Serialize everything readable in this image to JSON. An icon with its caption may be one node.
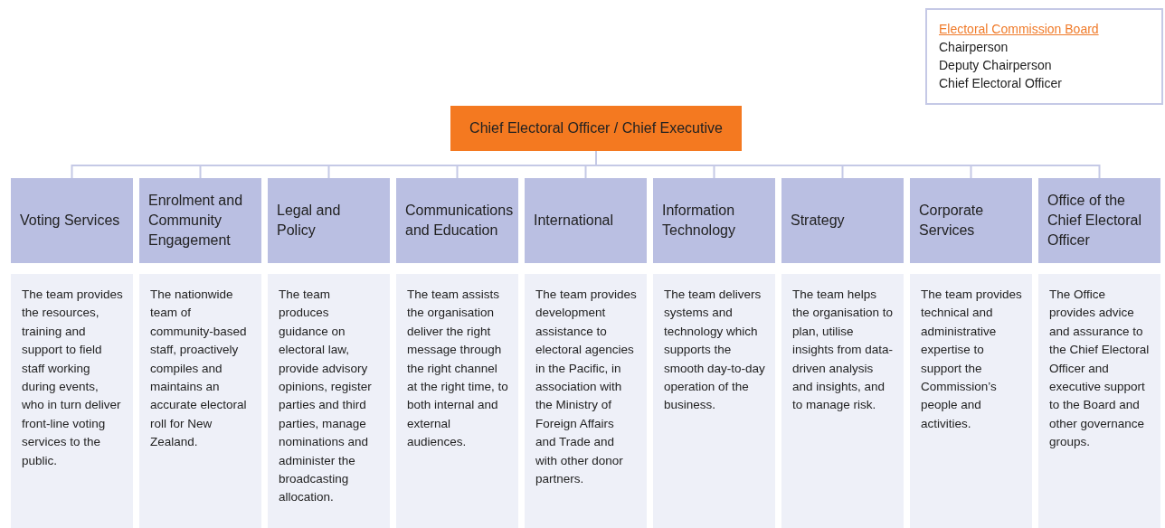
{
  "diagram": {
    "nodes": [
      {
        "text": [
          "Electoral Commission Board",
          "Chairperson",
          "Deputy Chairperson",
          "Chief Electoral Officer"
        ]
      },
      {
        "text": [
          "Chief Electoral Officer / Chief Executive"
        ]
      },
      {
        "text": [
          "Voting Services"
        ]
      },
      {
        "text": [
          "Enrolment and Community Engagement"
        ]
      },
      {
        "text": [
          "Legal and Policy"
        ]
      },
      {
        "text": [
          "Communications and Education"
        ]
      },
      {
        "text": [
          "International"
        ]
      },
      {
        "text": [
          "Information Technology"
        ]
      },
      {
        "text": [
          "Strategy"
        ]
      },
      {
        "text": [
          "Corporate Services"
        ]
      },
      {
        "text": [
          "Office of the Chief Electoral Officer"
        ]
      },
      {
        "text": [
          "The team provides the resources, training and support to field staff working during events, who in turn deliver front-line voting services to the public."
        ]
      },
      {
        "text": [
          "The nationwide team of community-based staff, proactively compiles and maintains an accurate electoral roll for New Zealand."
        ]
      },
      {
        "text": [
          "The team produces guidance on electoral law, provide advisory opinions, register parties and third parties, manage nominations and administer the broadcasting allocation."
        ]
      },
      {
        "text": [
          "The team assists the organisation deliver the right message through the right channel at the right time, to both internal and external audiences."
        ]
      },
      {
        "text": [
          "The team provides development assistance to electoral agencies in the Pacific, in association with the Ministry of Foreign Affairs and Trade and with other donor partners."
        ]
      },
      {
        "text": [
          "The team delivers systems and technology which supports the smooth day-to-day operation of the business."
        ]
      },
      {
        "text": [
          "The team helps the organisation to plan, utilise insights from data-driven analysis and insights, and to manage risk."
        ]
      },
      {
        "text": [
          "The team provides technical and administrative expertise to support the Commission’s people and activities."
        ]
      },
      {
        "text": [
          "The Office provides advice and assurance to the Chief Electoral Officer and executive support to the Board and other governance groups."
        ]
      }
    ],
    "edges": [
      {
        "from": 1,
        "to": 2,
        "arrow": "none"
      },
      {
        "from": 1,
        "to": 3,
        "arrow": "none"
      },
      {
        "from": 1,
        "to": 4,
        "arrow": "none"
      },
      {
        "from": 1,
        "to": 5,
        "arrow": "none"
      },
      {
        "from": 1,
        "to": 6,
        "arrow": "none"
      },
      {
        "from": 1,
        "to": 7,
        "arrow": "none"
      },
      {
        "from": 1,
        "to": 8,
        "arrow": "none"
      },
      {
        "from": 1,
        "to": 9,
        "arrow": "none"
      },
      {
        "from": 1,
        "to": 10,
        "arrow": "none"
      }
    ]
  }
}
